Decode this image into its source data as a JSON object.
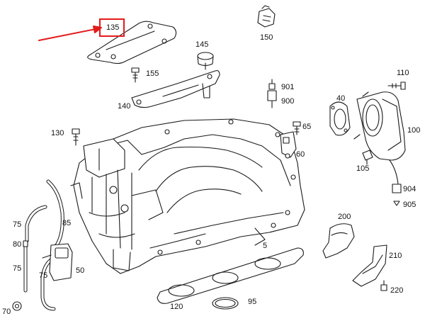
{
  "labels": {
    "p135": "135",
    "p145": "145",
    "p150": "150",
    "p155": "155",
    "p140": "140",
    "p110": "110",
    "p901": "901",
    "p900": "900",
    "p40": "40",
    "p100": "100",
    "p130": "130",
    "p65": "65",
    "p60": "60",
    "p105": "105",
    "p904": "904",
    "p905": "905",
    "p75a": "75",
    "p85": "85",
    "p80": "80",
    "p75b": "75",
    "p75c": "75",
    "p50": "50",
    "p70": "70",
    "p5": "5",
    "p200": "200",
    "p210": "210",
    "p220": "220",
    "p120": "120",
    "p95": "95"
  },
  "colors": {
    "line": "#1a1a1a",
    "highlight": "#e31b1b",
    "fill": "#ffffff",
    "shade": "#c8c8c8"
  }
}
